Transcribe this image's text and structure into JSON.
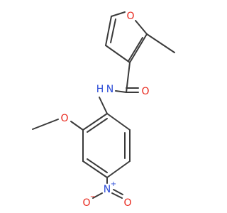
{
  "molecule": {
    "atoms": {
      "furan_oxygen": "O",
      "amide_oxygen": "O",
      "amide_nitrogen": "N",
      "amide_hydrogen": "H",
      "methoxy_oxygen": "O",
      "nitro_nitrogen": "N",
      "nitro_plus": "+",
      "nitro_oxygen_left": "O",
      "nitro_minus": "−",
      "nitro_oxygen_right": "O"
    },
    "colors": {
      "bond": "#3a3a3a",
      "oxygen": "#e8261b",
      "nitrogen": "#2a4bd7"
    }
  }
}
